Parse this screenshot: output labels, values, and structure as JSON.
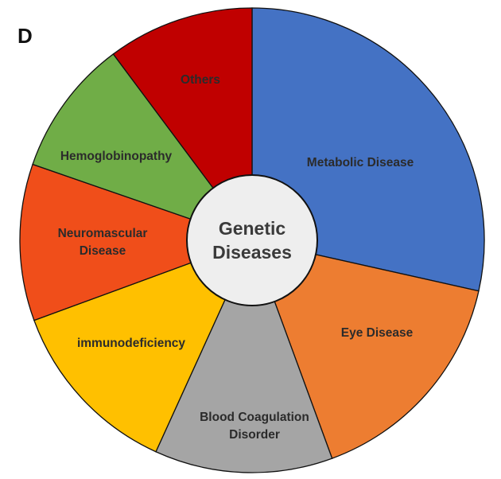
{
  "panel_label": "D",
  "chart_data": {
    "type": "pie",
    "variant": "donut",
    "center_label": [
      "Genetic",
      "Diseases"
    ],
    "start": "top",
    "direction": "clockwise",
    "slices": [
      {
        "label": [
          "Metabolic Disease"
        ],
        "value": 28.5,
        "color": "#4472C4"
      },
      {
        "label": [
          "Eye Disease"
        ],
        "value": 15.9,
        "color": "#ED7D31"
      },
      {
        "label": [
          "Blood Coagulation",
          "Disorder"
        ],
        "value": 12.4,
        "color": "#A5A5A5"
      },
      {
        "label": [
          "immunodeficiency"
        ],
        "value": 12.6,
        "color": "#FFC000"
      },
      {
        "label": [
          "Neuromascular",
          "Disease"
        ],
        "value": 10.9,
        "color": "#F04E1A"
      },
      {
        "label": [
          "Hemoglobinopathy"
        ],
        "value": 9.5,
        "color": "#70AD47"
      },
      {
        "label": [
          "Others"
        ],
        "value": 10.2,
        "color": "#C00000"
      }
    ]
  }
}
